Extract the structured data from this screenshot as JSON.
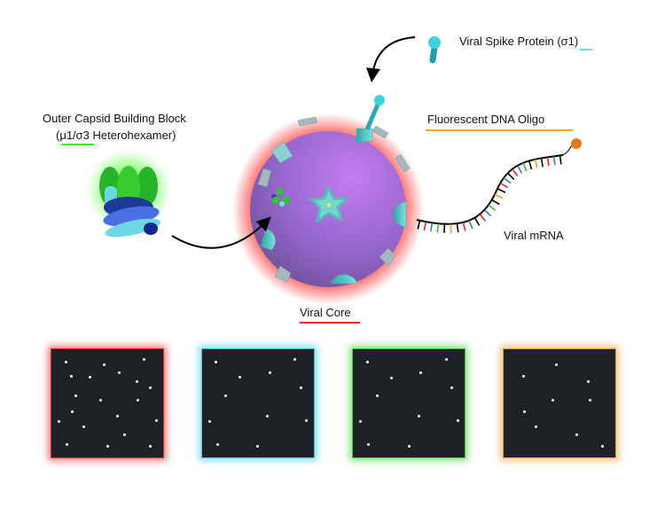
{
  "labels": {
    "spike": "Viral Spike Protein (σ1)",
    "oligo": "Fluorescent DNA Oligo",
    "capsid_line1": "Outer Capsid Building Block",
    "capsid_line2": "(μ1/σ3 Heterohexamer)",
    "mrna": "Viral mRNA",
    "core": "Viral Core"
  },
  "colors": {
    "core": "#e8242a",
    "spike": "#33c8d0",
    "capsid": "#3ddc2c",
    "oligo": "#f59a23",
    "sphere": "#9a6fd6"
  },
  "panels": [
    {
      "name": "red",
      "color": "#e8242a"
    },
    {
      "name": "cyan",
      "color": "#3cc6d8"
    },
    {
      "name": "green",
      "color": "#3ccb30"
    },
    {
      "name": "orange",
      "color": "#e89a3c"
    }
  ]
}
